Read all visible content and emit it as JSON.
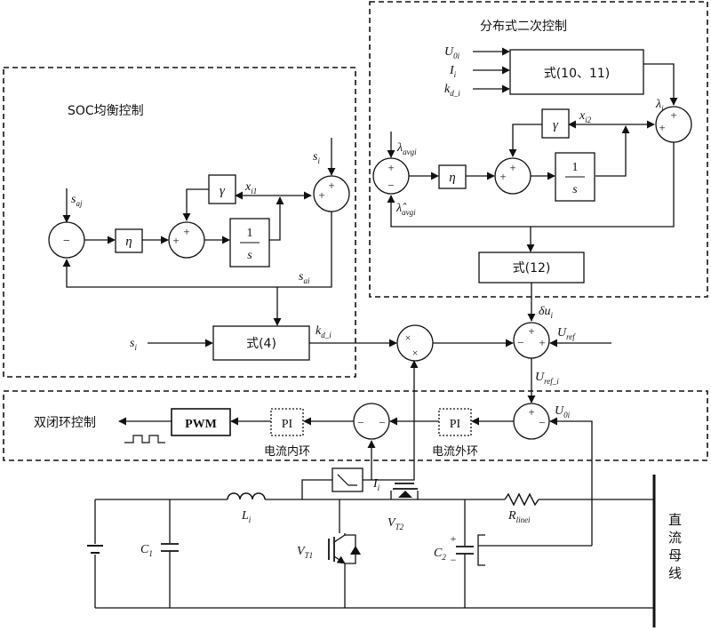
{
  "regions": {
    "distributed": {
      "title": "分布式二次控制"
    },
    "soc": {
      "title": "SOC均衡控制"
    },
    "dual_loop": {
      "title": "双闭环控制"
    }
  },
  "blocks": {
    "eq10_11": "式(10、11)",
    "eq12": "式(12)",
    "eq4": "式(4)",
    "pwm": "PWM",
    "pi_inner": "PI",
    "pi_outer": "PI",
    "gamma": "γ",
    "eta": "η",
    "integrator_num": "1",
    "integrator_den": "s"
  },
  "labels": {
    "current_inner": "电流内环",
    "current_outer": "电流外环",
    "dc_bus": [
      "直",
      "流",
      "母",
      "线"
    ],
    "plus": "+",
    "minus": "−",
    "times": "×"
  },
  "symbols": {
    "U0i": {
      "base": "U",
      "sub": "0i"
    },
    "Ii": {
      "base": "I",
      "sub": "i"
    },
    "kdi": {
      "base": "k",
      "sub": "d_i"
    },
    "lambda_i": {
      "base": "λ",
      "sub": "i"
    },
    "xi2": {
      "base": "x",
      "sub": "i2"
    },
    "lambda_avgi": {
      "base": "λ",
      "sub": "avgi"
    },
    "lambda_hat_avgi": {
      "base": "λ̂",
      "sub": "avgi"
    },
    "s_aj": {
      "base": "s",
      "sub": "aj"
    },
    "s_ai": {
      "base": "s",
      "sub": "ai"
    },
    "xi1": {
      "base": "x",
      "sub": "i1"
    },
    "s_i": {
      "base": "s",
      "sub": "i"
    },
    "delta_u": {
      "base": "δu",
      "sub": "i"
    },
    "U_ref": {
      "base": "U",
      "sub": "ref"
    },
    "U_ref_i": {
      "base": "U",
      "sub": "ref_i"
    },
    "U_0i_out": {
      "base": "U",
      "sub": "0i"
    },
    "L_i": {
      "base": "L",
      "sub": "i"
    },
    "C_1": {
      "base": "C",
      "sub": "1"
    },
    "C_2": {
      "base": "C",
      "sub": "2"
    },
    "V_T1": {
      "base": "V",
      "sub": "T1"
    },
    "V_T2": {
      "base": "V",
      "sub": "T2"
    },
    "R_line": {
      "base": "R",
      "sub": "linei"
    },
    "I_i_sense": {
      "base": "I",
      "sub": "i"
    }
  }
}
